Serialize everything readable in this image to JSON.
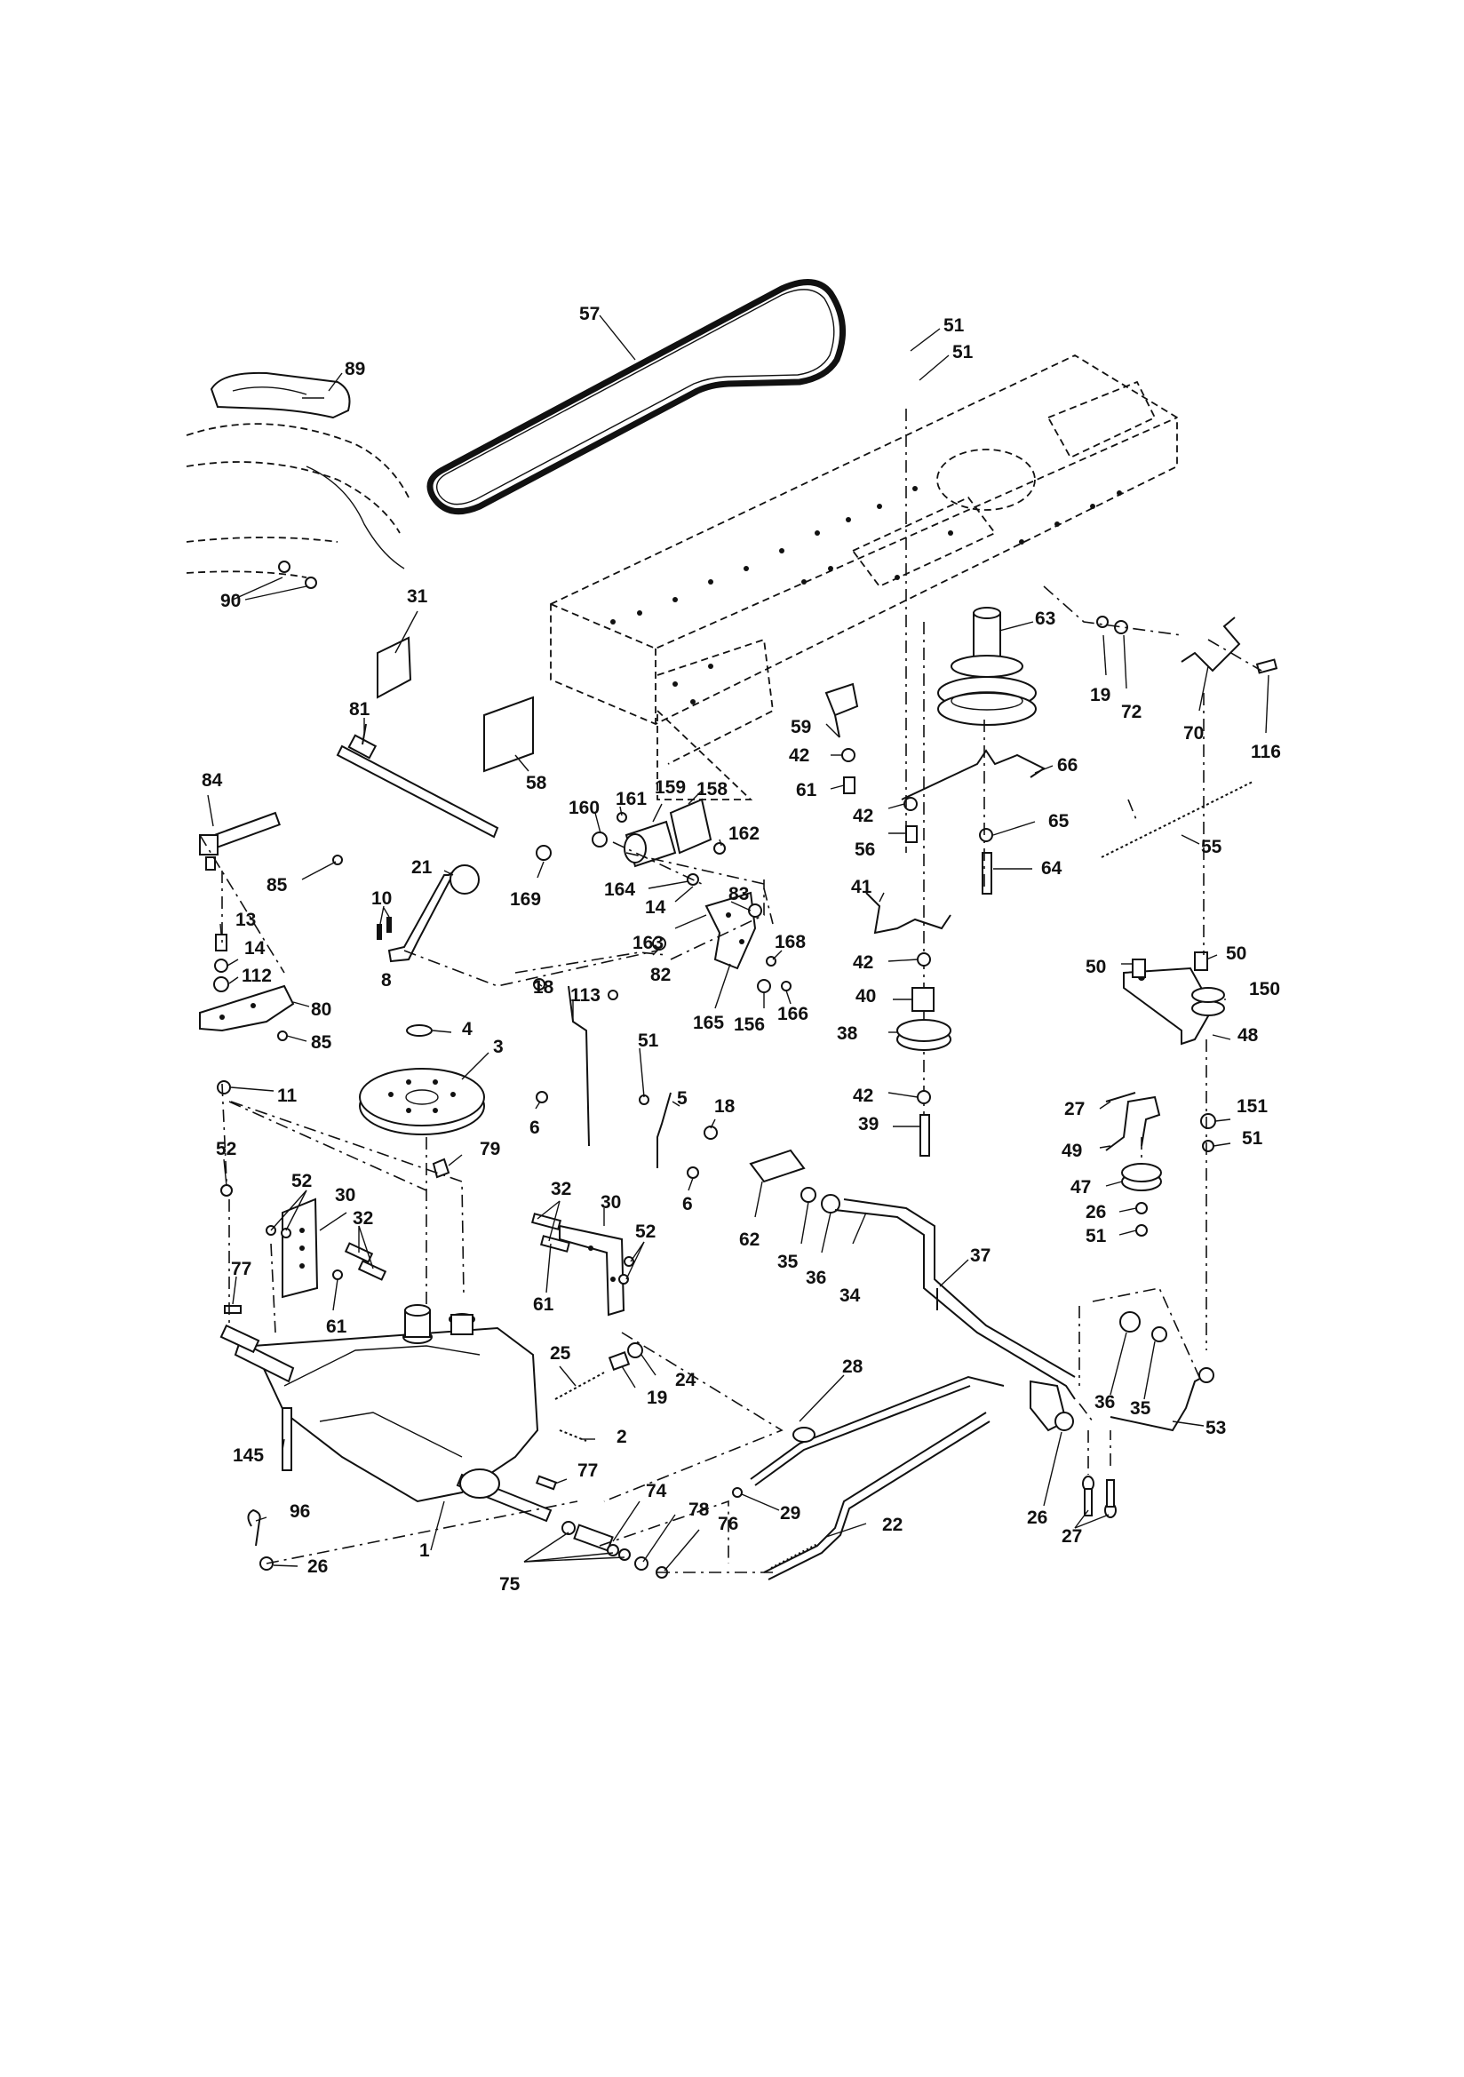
{
  "labels": {
    "p57": "57",
    "p51a": "51",
    "p51b": "51",
    "p89": "89",
    "p90": "90",
    "p31": "31",
    "p81": "81",
    "p58": "58",
    "p63": "63",
    "p19a": "19",
    "p72": "72",
    "p70": "70",
    "p116": "116",
    "p59": "59",
    "p42a": "42",
    "p61a": "61",
    "p66": "66",
    "p42b": "42",
    "p56": "56",
    "p65": "65",
    "p64": "64",
    "p55": "55",
    "p84": "84",
    "p85a": "85",
    "p160": "160",
    "p161": "161",
    "p159": "159",
    "p158": "158",
    "p162": "162",
    "p164": "164",
    "p14a": "14",
    "p83": "83",
    "p163": "163",
    "p21": "21",
    "p169": "169",
    "p10": "10",
    "p8": "8",
    "p13": "13",
    "p14b": "14",
    "p112": "112",
    "p80": "80",
    "p85b": "85",
    "p11": "11",
    "p4": "4",
    "p3": "3",
    "p79": "79",
    "p18a": "18",
    "p113": "113",
    "p51c": "51",
    "p82": "82",
    "p165": "165",
    "p168": "168",
    "p156": "156",
    "p166": "166",
    "p41": "41",
    "p42c": "42",
    "p40": "40",
    "p38": "38",
    "p42d": "42",
    "p39": "39",
    "p50a": "50",
    "p50b": "50",
    "p150": "150",
    "p48": "48",
    "p27a": "27",
    "p151": "151",
    "p51d": "51",
    "p49": "49",
    "p47": "47",
    "p26a": "26",
    "p51e": "51",
    "p6a": "6",
    "p5": "5",
    "p18b": "18",
    "p6b": "6",
    "p62": "62",
    "p35a": "35",
    "p36a": "36",
    "p34": "34",
    "p37": "37",
    "p52a": "52",
    "p52b": "52",
    "p30a": "30",
    "p32a": "32",
    "p61b": "61",
    "p77a": "77",
    "p32b": "32",
    "p30b": "30",
    "p52c": "52",
    "p61c": "61",
    "p25": "25",
    "p24": "24",
    "p19b": "19",
    "p2": "2",
    "p145": "145",
    "p77b": "77",
    "p1": "1",
    "p96": "96",
    "p26b": "26",
    "p74": "74",
    "p78": "78",
    "p76": "76",
    "p75": "75",
    "p28": "28",
    "p29": "29",
    "p22": "22",
    "p36b": "36",
    "p35b": "35",
    "p53": "53",
    "p26c": "26",
    "p27b": "27"
  }
}
